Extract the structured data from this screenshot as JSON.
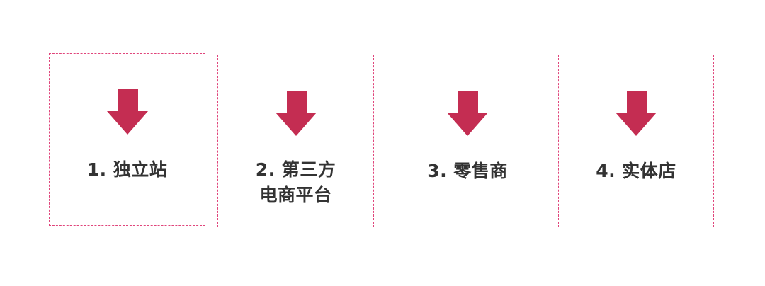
{
  "colors": {
    "accent": "#c42d52",
    "border": "#e0457b",
    "text": "#333333",
    "background": "#ffffff"
  },
  "cards": [
    {
      "icon": "arrow-down-icon",
      "lines": [
        "1. 独立站"
      ]
    },
    {
      "icon": "arrow-down-icon",
      "lines": [
        "2. 第三方",
        "电商平台"
      ]
    },
    {
      "icon": "arrow-down-icon",
      "lines": [
        "3. 零售商"
      ]
    },
    {
      "icon": "arrow-down-icon",
      "lines": [
        "4. 实体店"
      ]
    }
  ]
}
